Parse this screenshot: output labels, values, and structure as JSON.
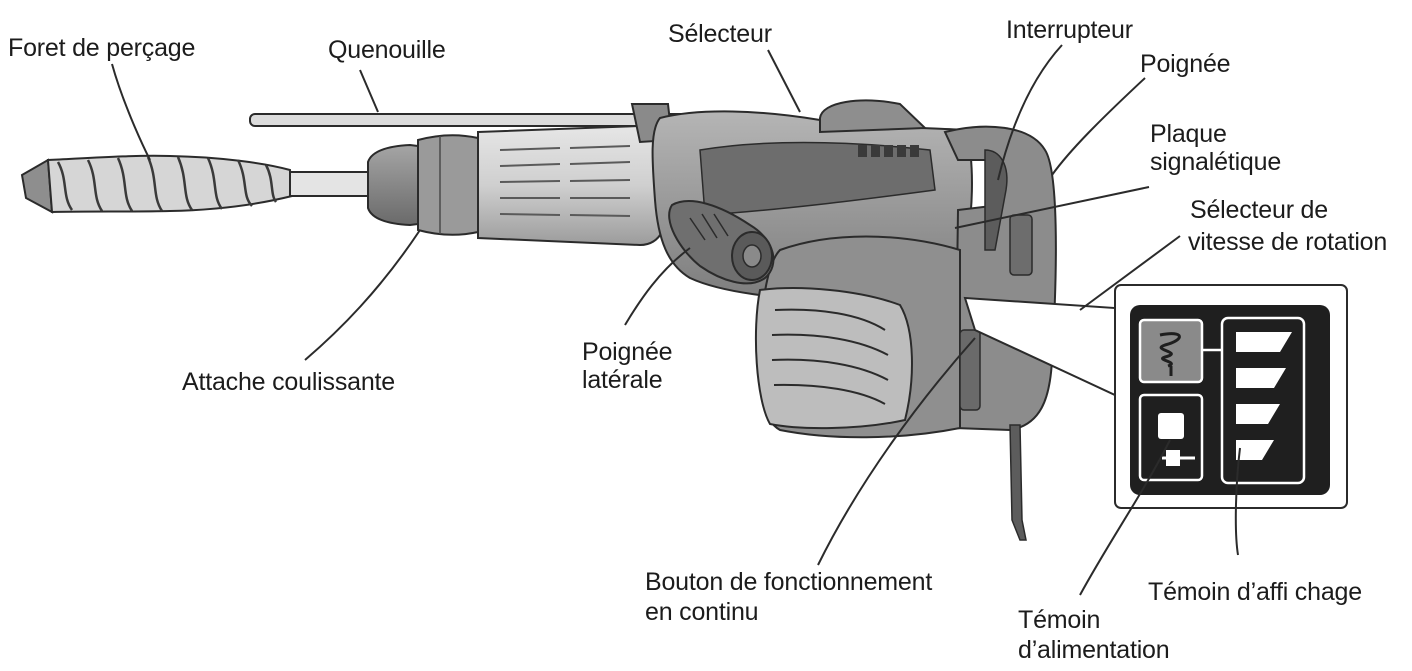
{
  "title": "",
  "labels": {
    "foret": "Foret de perçage",
    "quenouille": "Quenouille",
    "selecteur": "Sélecteur",
    "interrupteur": "Interrupteur",
    "poignee": "Poignée",
    "plaque_l1": "Plaque",
    "plaque_l2": "signalétique",
    "selecteur_vitesse_l1": "Sélecteur de",
    "selecteur_vitesse_l2": "vitesse de rotation",
    "attache": "Attache coulissante",
    "poignee_laterale_l1": "Poignée",
    "poignee_laterale_l2": "latérale",
    "bouton_l1": "Bouton de fonctionnement",
    "bouton_l2": "en continu",
    "temoin_affichage": "Témoin d’affi  chage",
    "temoin_alim_l1": "Témoin",
    "temoin_alim_l2": "d’alimentation"
  },
  "display_panel": {
    "indicator_segments": 4,
    "speed_icon": "drill-speed-icon",
    "power_icon": "power-plug-icon"
  },
  "colors": {
    "outline": "#2b2b2b",
    "body_mid": "#9a9a9a",
    "body_dark": "#6e6e6e",
    "body_light": "#c9c9c9",
    "panel_dark": "#1f1f1f"
  }
}
